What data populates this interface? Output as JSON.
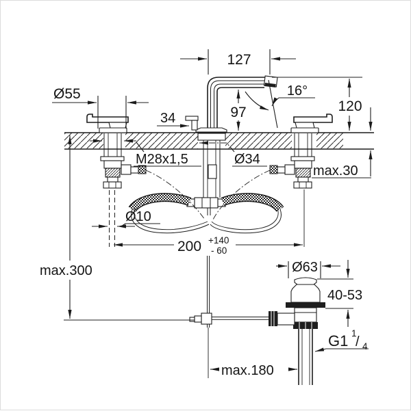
{
  "drawing": {
    "kind": "faucet-installation-dimension-drawing"
  },
  "labels": {
    "spout_reach": "127",
    "spray_angle": "16°",
    "spout_height": "120",
    "handle_diameter": "Ø55",
    "knob_offset": "34",
    "spout_clearance": "97",
    "shank_thread": "M28x1,5",
    "hole_diameter": "Ø34",
    "deck_thickness": "max.30",
    "rod_diameter": "Ø10",
    "center_distance": "200",
    "center_distance_tol_plus": "+140",
    "center_distance_tol_minus": "- 60",
    "rod_drop": "max.300",
    "plug_diameter": "Ø63",
    "waste_deck_range": "40-53",
    "waste_thread_main": "G1",
    "waste_thread_sup": "1",
    "waste_thread_slash": "/",
    "waste_thread_sub": "4",
    "horizontal_reach": "max.180"
  }
}
